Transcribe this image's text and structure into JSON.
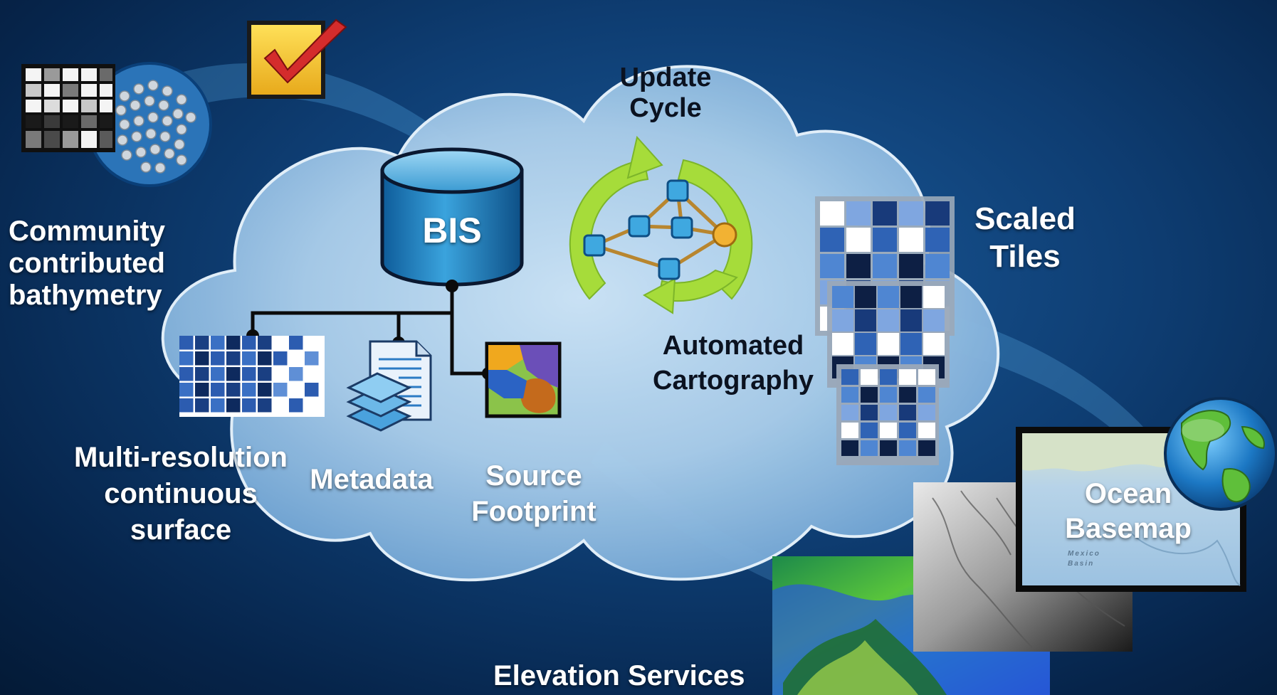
{
  "labels": {
    "community": [
      "Community",
      "contributed",
      "bathymetry"
    ],
    "bis": "BIS",
    "update_cycle": [
      "Update",
      "Cycle"
    ],
    "automated_cartography": [
      "Automated",
      "Cartography"
    ],
    "scaled_tiles": [
      "Scaled",
      "Tiles"
    ],
    "multi_resolution": [
      "Multi-resolution",
      "continuous",
      "surface"
    ],
    "metadata": "Metadata",
    "source_footprint": [
      "Source",
      "Footprint"
    ],
    "ocean_basemap": [
      "Ocean",
      "Basemap"
    ],
    "elevation_services": "Elevation Services",
    "basemap_place": [
      "Mexico",
      "Basin"
    ]
  },
  "colors": {
    "background": "#0e3d72",
    "cloud": "#bcd9f0",
    "cycle_arrow": "#9fd63c",
    "node": "#3fa8e0",
    "node_highlight": "#f2b233",
    "tile_dark": "#0d1f44",
    "tile_mid": "#2f63b5",
    "tile_light": "#7fa6e0"
  },
  "icons": {
    "checkbox": "checkmark-icon",
    "database": "database-icon",
    "globe": "globe-icon",
    "metadata": "document-stack-icon",
    "footprint": "map-footprint-icon",
    "cycle": "refresh-cycle-icon",
    "network": "network-graph-icon"
  }
}
